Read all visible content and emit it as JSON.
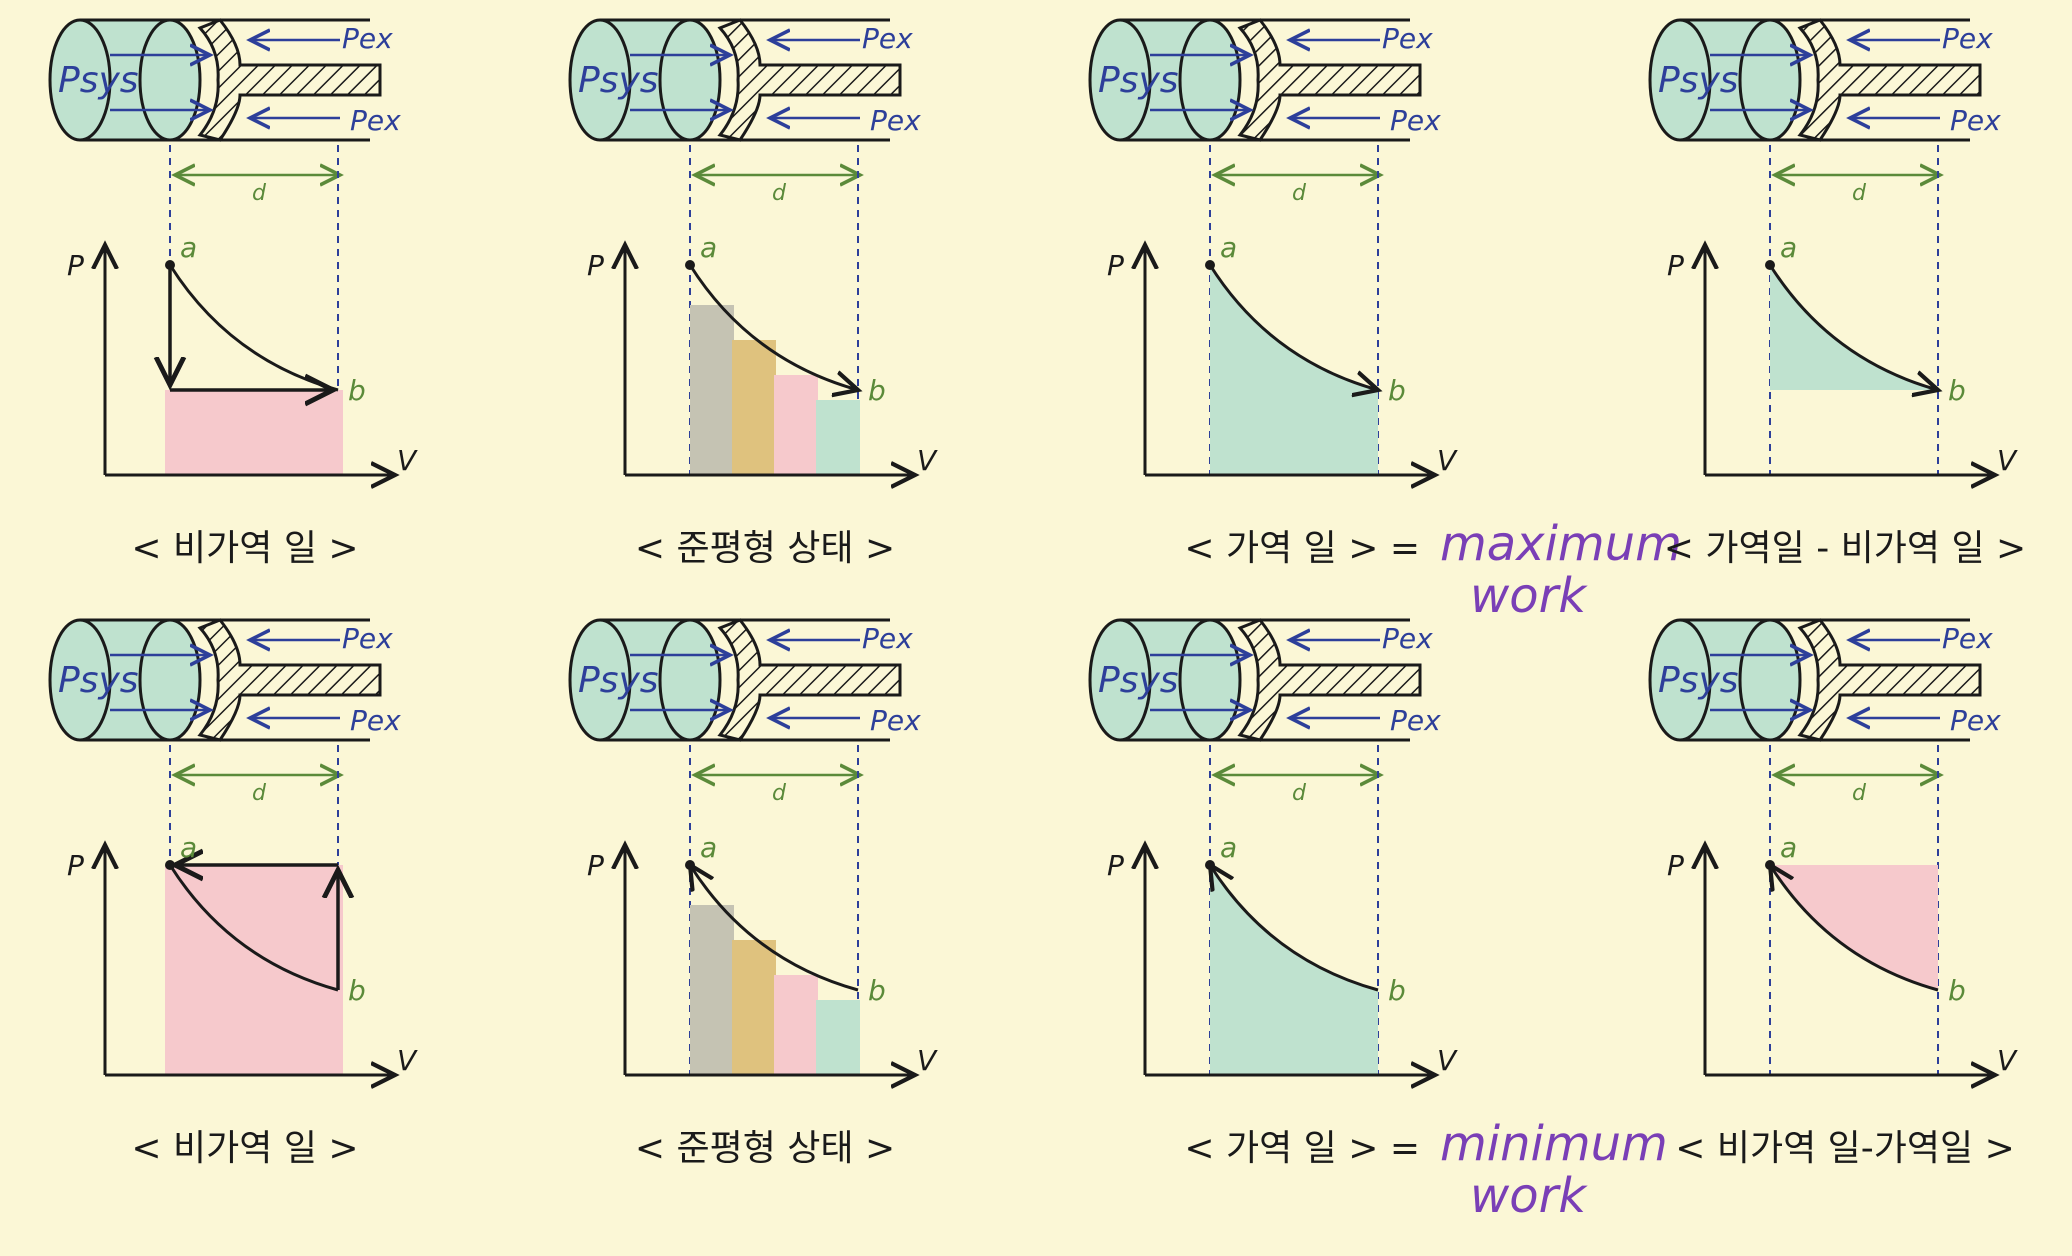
{
  "labels": {
    "psys": "Psys",
    "pex": "Pex",
    "distance": "d",
    "axis_p": "P",
    "axis_v": "V",
    "point_a": "a",
    "point_b": "b"
  },
  "colors": {
    "background": "#fbf7d6",
    "gas": "#bfe2cf",
    "pink": "#f6c9cc",
    "gray": "#c5c3b3",
    "tan": "#dfc27e",
    "arrow_blue": "#2d3f9a",
    "green_label": "#5b8a3a",
    "purple_note": "#7a3fb6"
  },
  "panels": [
    {
      "row": "expansion",
      "caption": "< 비가역 일 >",
      "shading": "irreversible",
      "note": []
    },
    {
      "row": "expansion",
      "caption": "< 준평형 상태 >",
      "shading": "steps",
      "note": []
    },
    {
      "row": "expansion",
      "caption": "< 가역 일 > =",
      "shading": "full",
      "note": [
        "maximum",
        "work"
      ]
    },
    {
      "row": "expansion",
      "caption": "< 가역일 - 비가역 일 >",
      "shading": "difference",
      "note": []
    },
    {
      "row": "compression",
      "caption": "< 비가역 일 >",
      "shading": "irreversible",
      "note": []
    },
    {
      "row": "compression",
      "caption": "< 준평형 상태 >",
      "shading": "steps",
      "note": []
    },
    {
      "row": "compression",
      "caption": "< 가역 일 > =",
      "shading": "full",
      "note": [
        "minimum",
        "work"
      ]
    },
    {
      "row": "compression",
      "caption": "< 비가역 일-가역일 >",
      "shading": "difference",
      "note": []
    }
  ]
}
